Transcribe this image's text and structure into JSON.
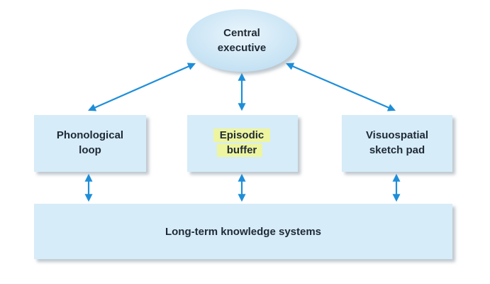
{
  "diagram": {
    "nodes": {
      "central_executive": {
        "line1": "Central",
        "line2": "executive"
      },
      "phonological_loop": {
        "line1": "Phonological",
        "line2": "loop"
      },
      "episodic_buffer": {
        "line1": "Episodic",
        "line2": "buffer"
      },
      "visuospatial_sketch_pad": {
        "line1": "Visuospatial",
        "line2": "sketch pad"
      },
      "long_term_knowledge": {
        "label": "Long-term knowledge systems"
      }
    },
    "connections": [
      {
        "from": "central_executive",
        "to": "phonological_loop",
        "direction": "both"
      },
      {
        "from": "central_executive",
        "to": "episodic_buffer",
        "direction": "both"
      },
      {
        "from": "central_executive",
        "to": "visuospatial_sketch_pad",
        "direction": "both"
      },
      {
        "from": "phonological_loop",
        "to": "long_term_knowledge",
        "direction": "both"
      },
      {
        "from": "episodic_buffer",
        "to": "long_term_knowledge",
        "direction": "both"
      },
      {
        "from": "visuospatial_sketch_pad",
        "to": "long_term_knowledge",
        "direction": "both"
      }
    ],
    "colors": {
      "box_fill": "#d6ecf8",
      "ellipse_fill": "#cfe6f6",
      "arrow": "#1f8ed8",
      "highlight": "#eef5a0",
      "text": "#1f2a36"
    }
  }
}
